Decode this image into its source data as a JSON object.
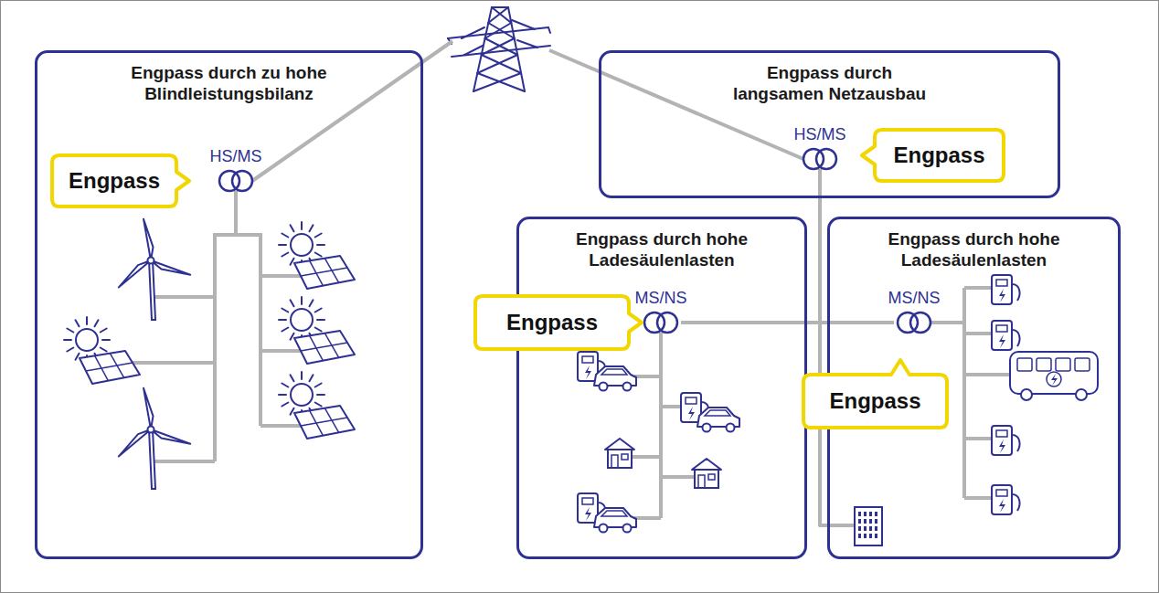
{
  "diagram": {
    "nodes": [
      {
        "text": [
          "Engpass durch zu hohe Blindleistungsbilanz"
        ]
      },
      {
        "text": [
          "HS/MS"
        ],
        "in": 0
      },
      {
        "text": [
          "Engpass"
        ],
        "in": 0
      },
      {
        "text": [
          "Engpass durch langsamen Netzausbau"
        ]
      },
      {
        "text": [
          "HS/MS"
        ],
        "in": 3
      },
      {
        "text": [
          "Engpass"
        ],
        "in": 3
      },
      {
        "text": [
          "Engpass durch hohe Ladesäulenlasten"
        ]
      },
      {
        "text": [
          "MS/NS"
        ],
        "in": 6
      },
      {
        "text": [
          "Engpass"
        ],
        "in": 6
      },
      {
        "text": [
          "Engpass durch hohe Ladesäulenlasten"
        ]
      },
      {
        "text": [
          "MS/NS"
        ],
        "in": 9
      },
      {
        "text": [
          "Engpass"
        ],
        "in": 9
      }
    ],
    "edges": [
      {
        "from": 7,
        "to": 10,
        "arrow": "none"
      }
    ]
  }
}
